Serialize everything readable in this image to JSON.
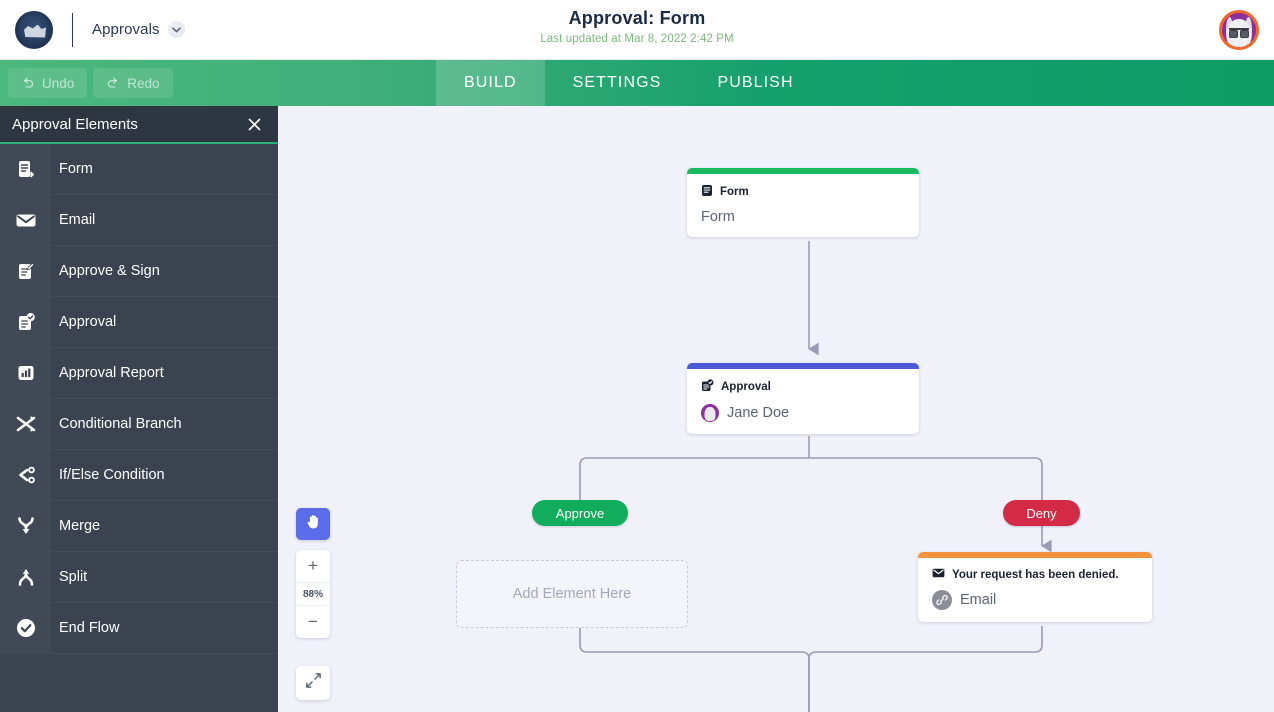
{
  "header": {
    "logo_icon": "state-seal-logo",
    "workspace_label": "Approvals",
    "workspace_chevron_icon": "chevron-down-icon",
    "title": "Approval: Form",
    "subtitle": "Last updated at Mar 8, 2022 2:42 PM",
    "avatar_icon": "user-avatar"
  },
  "actionbar": {
    "undo_label": "Undo",
    "undo_icon": "undo-arrow-icon",
    "redo_label": "Redo",
    "redo_icon": "redo-arrow-icon",
    "tabs": [
      {
        "label": "BUILD",
        "active": true
      },
      {
        "label": "SETTINGS",
        "active": false
      },
      {
        "label": "PUBLISH",
        "active": false
      }
    ]
  },
  "sidebar": {
    "title": "Approval Elements",
    "close_icon": "close-icon",
    "items": [
      {
        "label": "Form",
        "icon": "form-document-icon"
      },
      {
        "label": "Email",
        "icon": "envelope-icon"
      },
      {
        "label": "Approve & Sign",
        "icon": "approve-sign-icon"
      },
      {
        "label": "Approval",
        "icon": "approval-check-icon"
      },
      {
        "label": "Approval Report",
        "icon": "bar-chart-icon"
      },
      {
        "label": "Conditional Branch",
        "icon": "shuffle-branch-icon"
      },
      {
        "label": "If/Else Condition",
        "icon": "if-else-icon"
      },
      {
        "label": "Merge",
        "icon": "merge-icon"
      },
      {
        "label": "Split",
        "icon": "split-icon"
      },
      {
        "label": "End Flow",
        "icon": "end-flow-check-icon"
      }
    ]
  },
  "canvas": {
    "nodes": [
      {
        "id": "form",
        "type_label": "Form",
        "type_icon": "form-document-icon",
        "content": "Form",
        "bar_color": "#1ab85f"
      },
      {
        "id": "approval",
        "type_label": "Approval",
        "type_icon": "approval-check-icon",
        "content": "Jane Doe",
        "content_icon": "jane-doe-avatar",
        "bar_color": "#4b5bd6"
      },
      {
        "id": "email-deny",
        "type_label": "Your request has been denied.",
        "type_icon": "envelope-icon",
        "content": "Email",
        "content_icon": "link-icon",
        "bar_color": "#f4933d"
      }
    ],
    "placeholder": {
      "label": "Add Element Here"
    },
    "branch_pills": [
      {
        "label": "Approve",
        "color": "#11ac5c"
      },
      {
        "label": "Deny",
        "color": "#d32b46"
      }
    ]
  },
  "zoom_controls": {
    "pan_icon": "hand-pan-icon",
    "zoom_in_label": "+",
    "zoom_in_icon": "plus-icon",
    "zoom_level": "88%",
    "zoom_out_label": "−",
    "zoom_out_icon": "minus-icon",
    "fit_icon": "fit-to-screen-icon"
  }
}
